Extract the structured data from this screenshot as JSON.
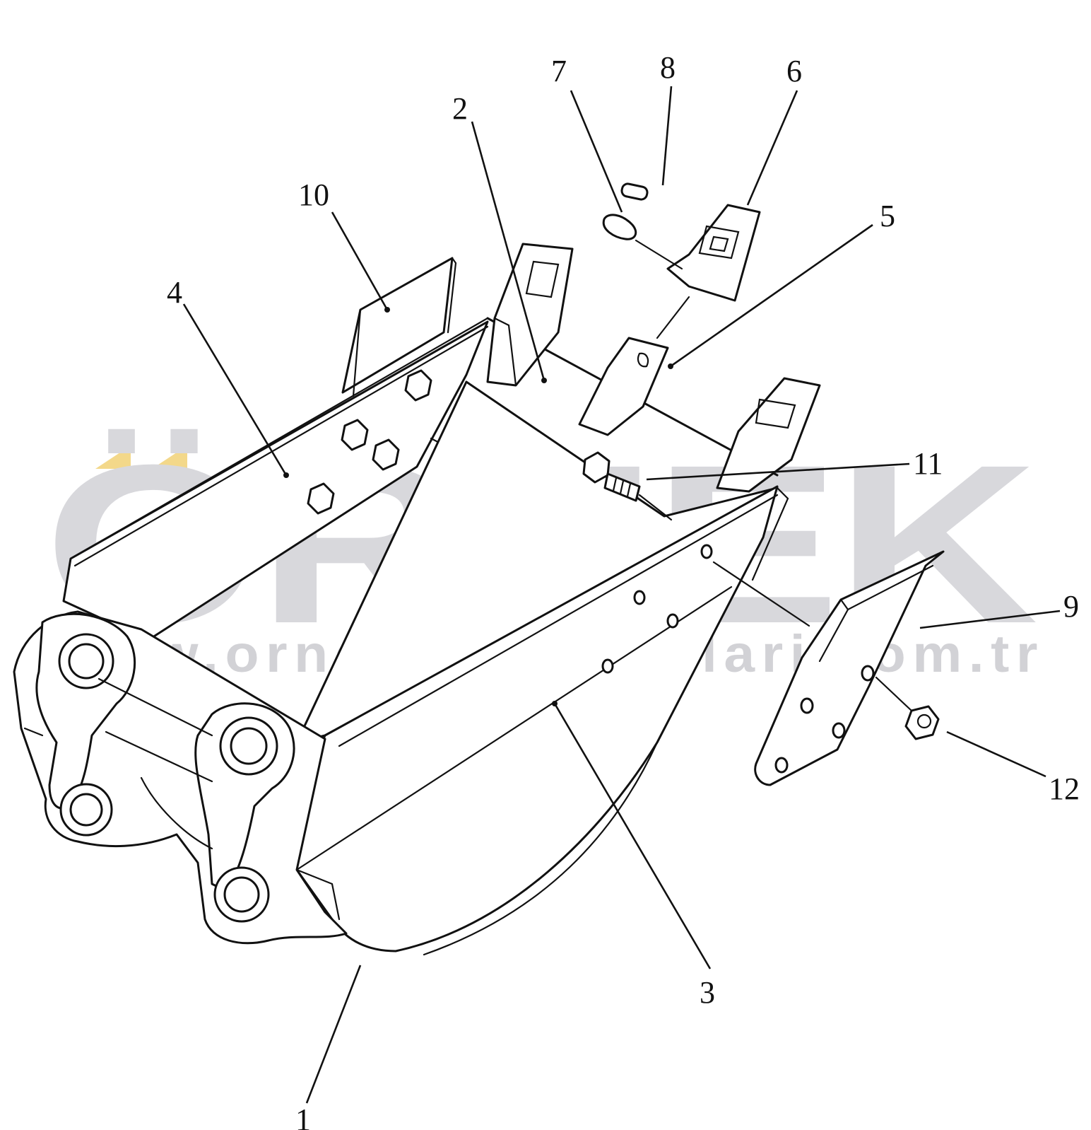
{
  "watermark": {
    "brand": "ÖRNEK",
    "url": "www.ornekismakinalari.com.tr",
    "brand_color": "#d8d8dc",
    "accent_color": "#f3d88a"
  },
  "callouts": [
    {
      "id": "1",
      "label": "1"
    },
    {
      "id": "2",
      "label": "2"
    },
    {
      "id": "3",
      "label": "3"
    },
    {
      "id": "4",
      "label": "4"
    },
    {
      "id": "5",
      "label": "5"
    },
    {
      "id": "6",
      "label": "6"
    },
    {
      "id": "7",
      "label": "7"
    },
    {
      "id": "8",
      "label": "8"
    },
    {
      "id": "9",
      "label": "9"
    },
    {
      "id": "10",
      "label": "10"
    },
    {
      "id": "11",
      "label": "11"
    },
    {
      "id": "12",
      "label": "12"
    }
  ]
}
